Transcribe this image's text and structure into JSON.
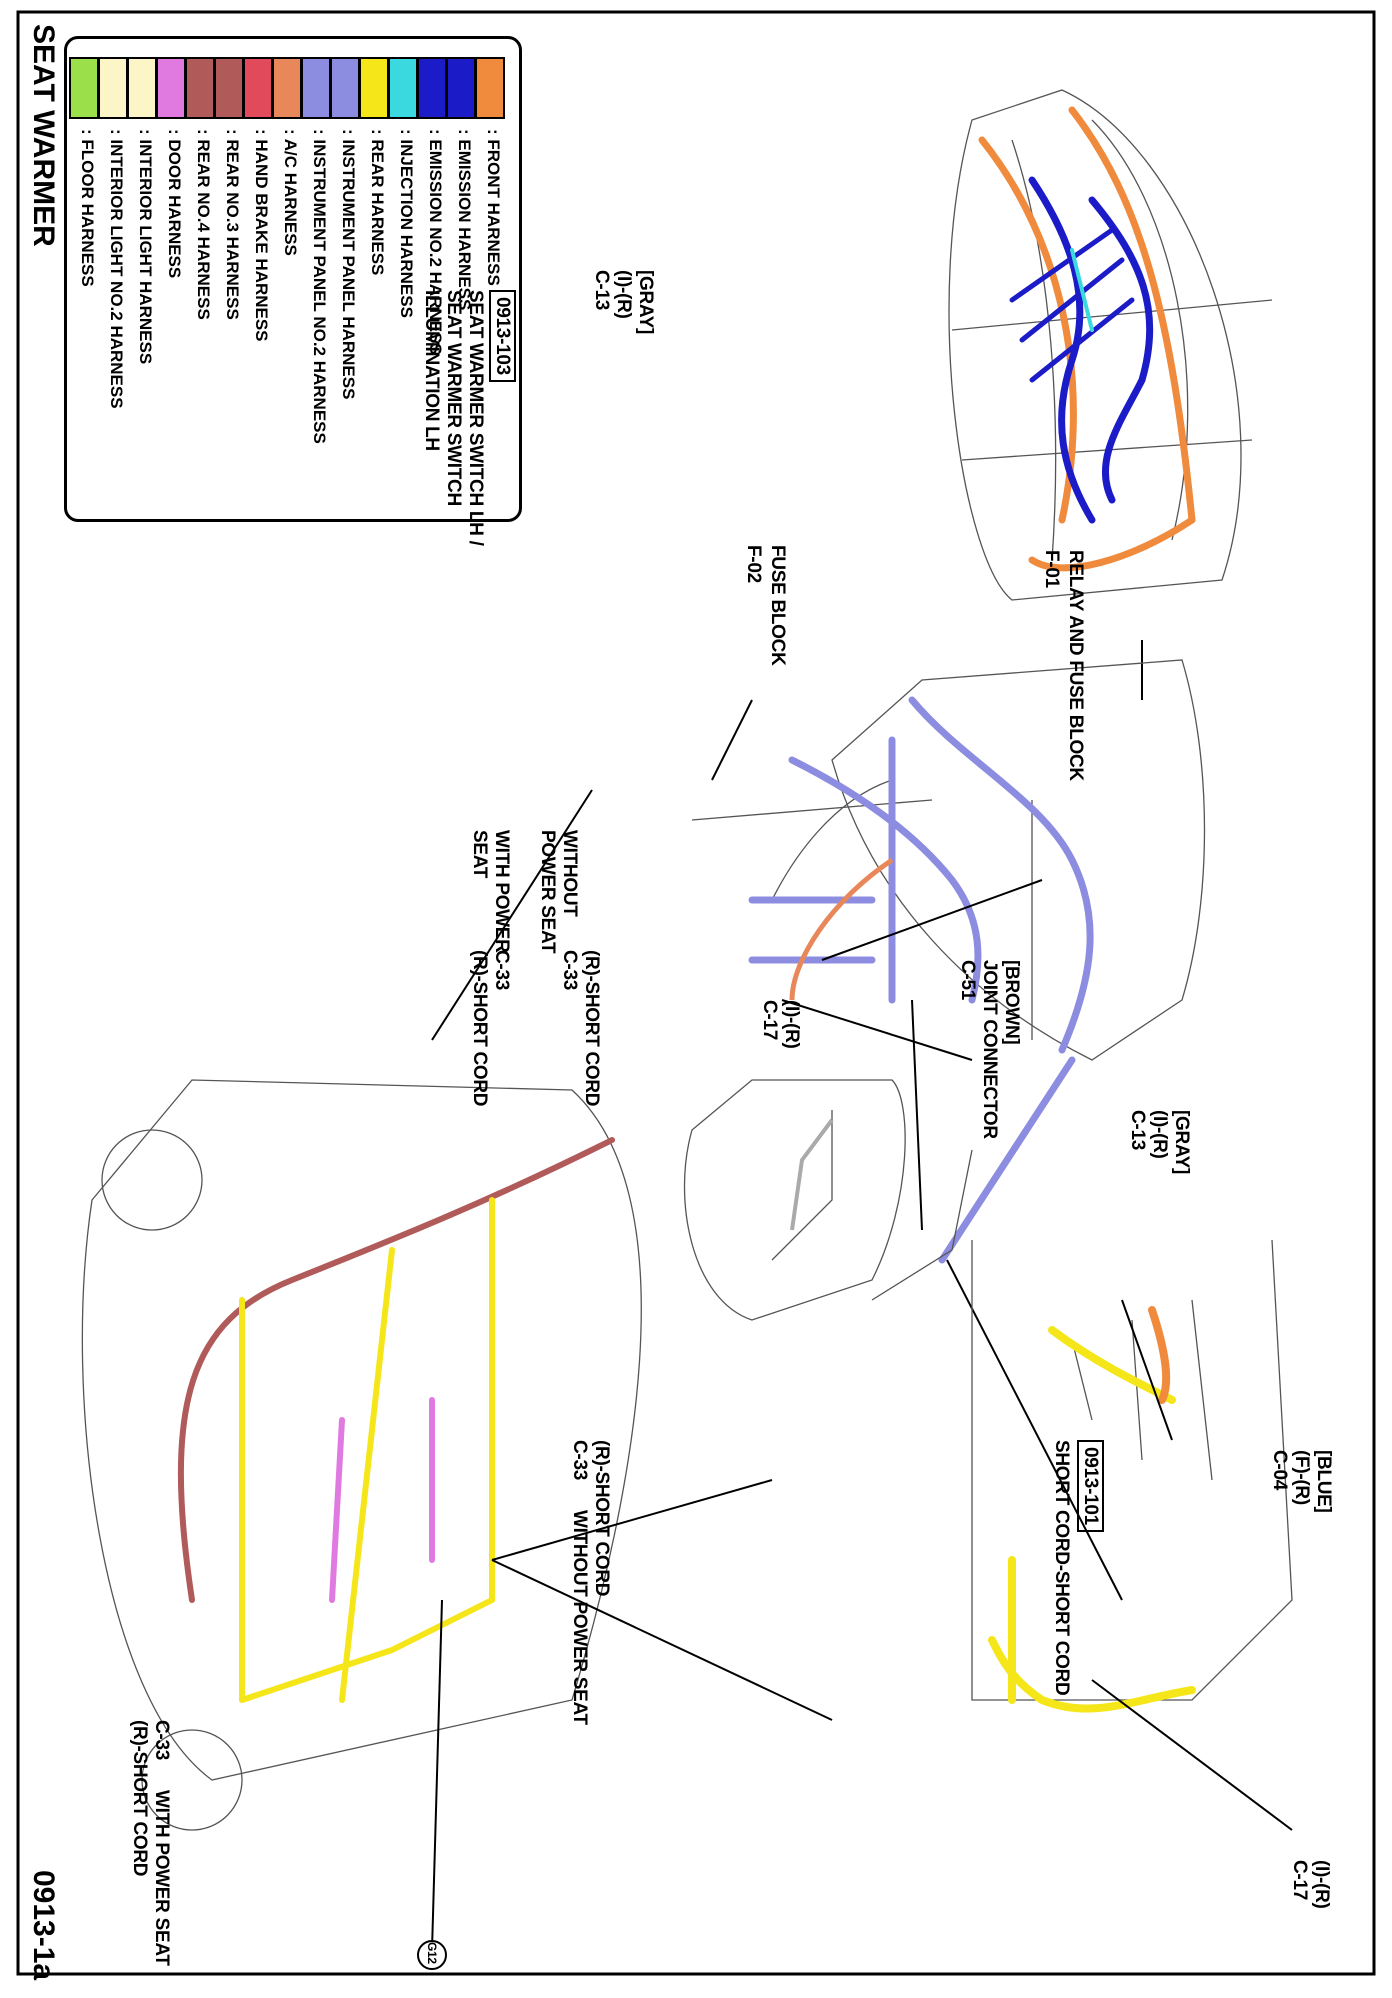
{
  "page": {
    "title": "SEAT WARMER",
    "code": "0913-1a"
  },
  "legend": [
    {
      "label": ": FRONT HARNESS",
      "color": "#f08a3c"
    },
    {
      "label": ": EMISSION HARNESS",
      "color": "#1b1bc8"
    },
    {
      "label": ": EMISSION NO.2 HARNESS",
      "color": "#1b1bc8"
    },
    {
      "label": ": INJECTION HARNESS",
      "color": "#3ad9e0"
    },
    {
      "label": ": REAR HARNESS",
      "color": "#f5e61a"
    },
    {
      "label": ": INSTRUMENT PANEL HARNESS",
      "color": "#8c8ce0"
    },
    {
      "label": ": INSTRUMENT PANEL NO.2 HARNESS",
      "color": "#8c8ce0"
    },
    {
      "label": ": A/C HARNESS",
      "color": "#e8885a"
    },
    {
      "label": ": HAND BRAKE HARNESS",
      "color": "#e04a5a"
    },
    {
      "label": ": REAR NO.3 HARNESS",
      "color": "#b05a5a"
    },
    {
      "label": ": REAR NO.4 HARNESS",
      "color": "#b05a5a"
    },
    {
      "label": ": DOOR HARNESS",
      "color": "#e07ae0"
    },
    {
      "label": ": INTERIOR LIGHT HARNESS",
      "color": "#fbf5c8"
    },
    {
      "label": ": INTERIOR LIGHT NO.2 HARNESS",
      "color": "#fbf5c8"
    },
    {
      "label": ": FLOOR HARNESS",
      "color": "#9be04a"
    }
  ],
  "labels": {
    "f01": "F-01",
    "relay_fuse_block": "RELAY AND FUSE BLOCK",
    "f02": "F-02",
    "fuse_block": "FUSE BLOCK",
    "c13_a_color": "[GRAY]",
    "c13_a_type": "(I)-(R)",
    "c13_a": "C-13",
    "ref_0913_103": "0913-103",
    "seat_switch_1": "SEAT WARMER SWITCH LH /",
    "seat_switch_2": "SEAT WARMER SWITCH",
    "seat_switch_3": "ILLUMINATION LH",
    "c51_color": "[BROWN]",
    "c51_name": "JOINT CONNECTOR",
    "c51": "C-51",
    "c17_a_type": "(I)-(R)",
    "c17_a": "C-17",
    "c13_b_color": "[GRAY]",
    "c13_b_type": "(I)-(R)",
    "c13_b": "C-13",
    "c04_color": "[BLUE]",
    "c04_type": "(F)-(R)",
    "c04": "C-04",
    "ref_0913_101": "0913-101",
    "short_cord": "SHORT CORD-SHORT CORD",
    "c17_b_type": "(I)-(R)",
    "c17_b": "C-17",
    "seat_a1": "(R)-SHORT CORD",
    "seat_a2": "WITHOUT",
    "seat_a3": "C-33",
    "seat_a4": "POWER SEAT",
    "seat_b1": "WITH POWER",
    "seat_b2": "C-33",
    "seat_b3": "SEAT",
    "seat_b4": "(R)-SHORT CORD",
    "floor_a1": "(R)-SHORT CORD",
    "floor_a2": "C-33",
    "floor_a3": "WITHOUT POWER SEAT",
    "floor_b1": "C-33",
    "floor_b2": "WITH POWER SEAT",
    "floor_b3": "(R)-SHORT CORD",
    "ground": "G12"
  }
}
